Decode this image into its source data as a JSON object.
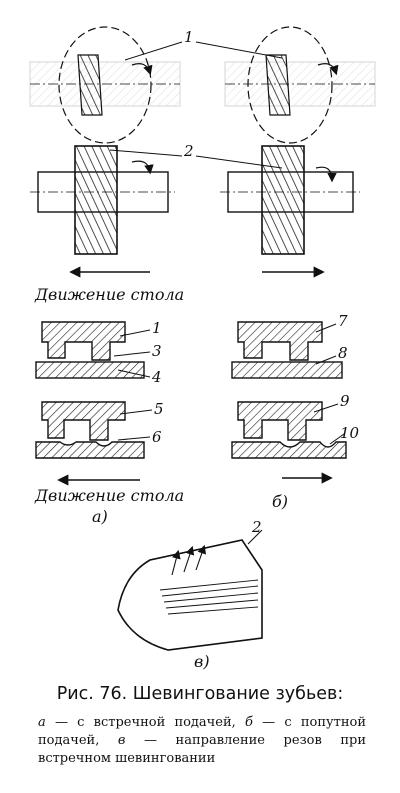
{
  "labels": {
    "n1": "1",
    "n2": "2",
    "n3": "3",
    "n4": "4",
    "n5": "5",
    "n6": "6",
    "n7": "7",
    "n8": "8",
    "n9": "9",
    "n10": "10",
    "n2_bottom": "2",
    "motion_top": "Движение стола",
    "motion_bottom": "Движение стола",
    "sub_a": "а)",
    "sub_b": "б)",
    "sub_v": "в)"
  },
  "caption": {
    "title": "Рис. 76. Шевингование зубьев:",
    "key_a": "а",
    "text_a": " — с встречной подачей, ",
    "key_b": "б",
    "text_b": " — с попутной подачей, ",
    "key_v": "в",
    "text_v": " — направление резов при встречном шевинговании"
  }
}
